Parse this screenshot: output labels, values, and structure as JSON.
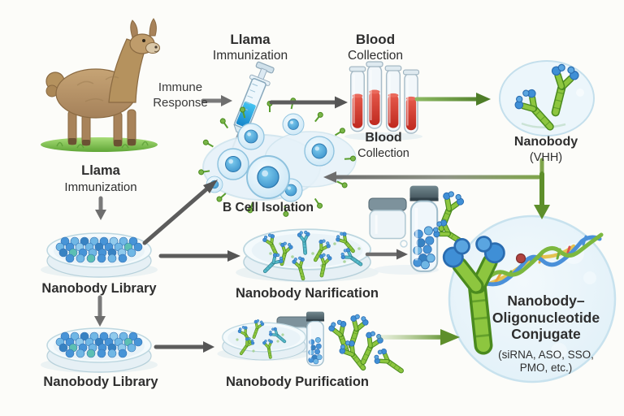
{
  "diagram": {
    "steps": {
      "immune_response": {
        "line1": "Immune",
        "line2": "Response"
      },
      "llama_immunization_top": {
        "line1": "Llama",
        "line2": "Immunization"
      },
      "blood_collection_top": {
        "line1": "Blood",
        "line2": "Collection"
      },
      "blood_collection_mid": {
        "line1": "Blood",
        "line2": "Collection"
      },
      "nanobody_vhh": {
        "line1": "Nanobody",
        "line2": "(VHH)"
      },
      "b_cell_isolation": {
        "label": "B Cell Isolation"
      },
      "llama_immunization_left": {
        "line1": "Llama",
        "line2": "Immunization"
      },
      "nanobody_library_top": {
        "label": "Nanobody Library"
      },
      "nanobody_narification": {
        "label": "Nanobody Narification"
      },
      "nanobody_library_bottom": {
        "label": "Nanobody Library"
      },
      "nanobody_purification": {
        "label": "Nanobody Purification"
      },
      "conjugate": {
        "line1": "Nanobody–",
        "line2": "Oligonucleotide",
        "line3": "Conjugate",
        "sub1": "(siRNA, ASO, SSO,",
        "sub2": "PMO, etc.)"
      }
    },
    "colors": {
      "background": "#fcfcf9",
      "text": "#2e2e2e",
      "arrow_gray": "#6e6e6e",
      "arrow_green": "#5e8f2b",
      "nanobody_green": "#8dc63f",
      "nanobody_tip_blue": "#3f8fd6",
      "blood_red": "#d63c30",
      "bead_blue": "#4a9fd8",
      "cell_blue": "#bfe0f2",
      "vhh_circle_fill": "#ecf6fb",
      "conjugate_circle_fill": "#e9f3fa",
      "llama_brown": "#b5925e",
      "grass_green": "#6fb13e"
    }
  }
}
